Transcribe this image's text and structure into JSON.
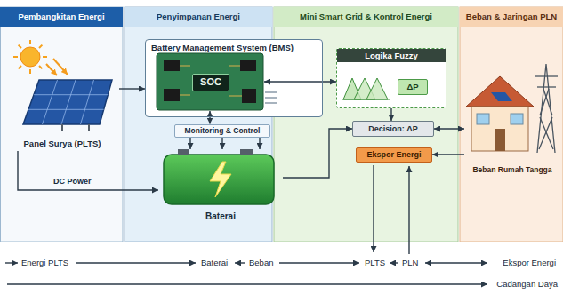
{
  "diagram": {
    "nodes": [
      {
        "text": [
          "Pembangkitan Energi"
        ]
      },
      {
        "text": [
          "Penyimpanan Energi"
        ]
      },
      {
        "text": [
          "Mini Smart Grid & Kontrol Energi"
        ]
      },
      {
        "text": [
          "Beban & Jaringan PLN"
        ]
      },
      {
        "text": [
          "Panel Surya (PLTS)"
        ],
        "in": 0
      },
      {
        "text": [
          "Battery Management System (BMS)"
        ],
        "in": 1
      },
      {
        "text": [
          "SOC"
        ],
        "in": 5
      },
      {
        "text": [
          "Logika Fuzzy"
        ],
        "in": 2
      },
      {
        "text": [
          "ΔP"
        ],
        "in": 7
      },
      {
        "text": [
          "Monitoring & Control"
        ],
        "in": 1
      },
      {
        "text": [
          "Baterai"
        ],
        "in": 1
      },
      {
        "text": [
          "Decision: ΔP"
        ],
        "in": 2
      },
      {
        "text": [
          "Ekspor Energi"
        ],
        "in": 2
      },
      {
        "text": [
          "Beban Rumah Tangga"
        ],
        "in": 3
      }
    ],
    "edges": [
      {
        "from": 4,
        "to": 5,
        "arrow": "to"
      },
      {
        "from": 4,
        "to": 10,
        "arrow": "to"
      },
      {
        "from": 6,
        "to": 7,
        "arrow": "both"
      },
      {
        "from": 6,
        "to": 9,
        "arrow": "both"
      },
      {
        "from": 9,
        "to": 10,
        "arrow": "to"
      },
      {
        "from": 7,
        "to": 11,
        "arrow": "to"
      },
      {
        "from": 11,
        "to": 13,
        "arrow": "both"
      },
      {
        "from": 13,
        "to": 12,
        "arrow": "to"
      },
      {
        "from": 10,
        "to": 11,
        "arrow": "to"
      }
    ],
    "labels": [
      "DC Power",
      "Energi PLTS",
      "Baterai",
      "Beban",
      "PLTS",
      "PLN",
      "Ekspor Energi",
      "Cadangan Daya"
    ]
  }
}
